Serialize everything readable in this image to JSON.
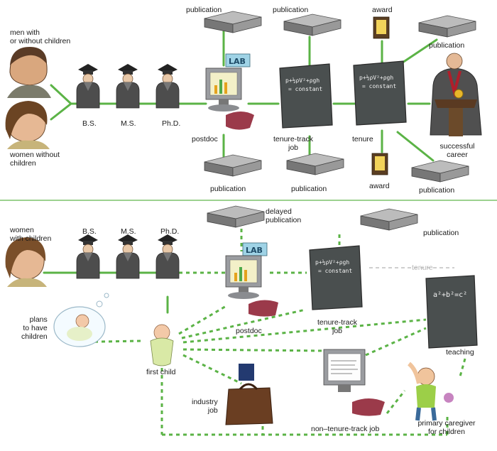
{
  "top_panel": {
    "group_men": "men with\nor without children",
    "group_women": "women without\nchildren",
    "degrees": [
      "B.S.",
      "M.S.",
      "Ph.D."
    ],
    "postdoc": "postdoc",
    "tenure_track": "tenure-track\njob",
    "tenure": "tenure",
    "successful_career": "successful\ncareer",
    "publication": "publication",
    "award": "award",
    "lab_sign": "LAB",
    "board_formula": "p+½ρV²+ ρgh\n= constant"
  },
  "bottom_panel": {
    "group_women_children": "women\nwith children",
    "degrees": [
      "B.S.",
      "M.S.",
      "Ph.D."
    ],
    "delayed_publication": "delayed\npublication",
    "publication": "publication",
    "tenure_faded": "tenure",
    "postdoc": "postdoc",
    "tenure_track": "tenure-track\njob",
    "plans_children": "plans\nto have\nchildren",
    "first_child": "first child",
    "teaching": "teaching",
    "teaching_formula": "a²+b²=c²",
    "industry_job": "industry\njob",
    "non_tenure_track": "non–tenure-track job",
    "primary_caregiver": "primary caregiver\nfor children",
    "lab_sign": "LAB"
  },
  "colors": {
    "path_green": "#5bb346",
    "divider_green": "#7cc26a",
    "chalkboard": "#4a4f4f",
    "gown": "#4d4d4d"
  }
}
